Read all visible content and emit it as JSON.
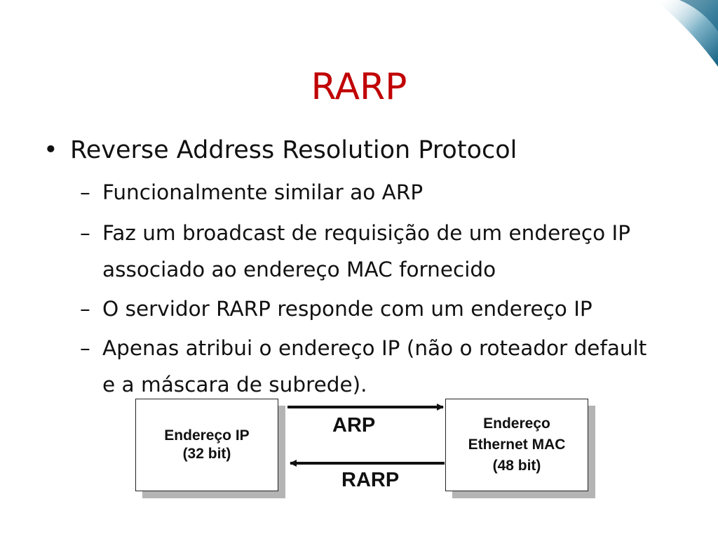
{
  "slide": {
    "title": "RARP",
    "bullet": "Reverse Address Resolution Protocol",
    "sub_items": [
      {
        "dash": "–",
        "text": "Funcionalmente similar ao ARP"
      },
      {
        "dash": "–",
        "text": "Faz um broadcast de requisição de um endereço IP associado ao endereço MAC fornecido"
      },
      {
        "dash": "–",
        "text": "O servidor RARP responde com um endereço IP"
      },
      {
        "dash": "–",
        "text": "Apenas atribui o endereço IP (não o roteador default e a máscara de subrede)."
      }
    ]
  },
  "diagram": {
    "left_box": {
      "line1": "Endereço IP",
      "line2": "(32 bit)"
    },
    "right_box": {
      "line1": "Endereço",
      "line2": "Ethernet MAC",
      "line3": "(48 bit)"
    },
    "arrow_right_label": "ARP",
    "arrow_left_label": "RARP"
  },
  "colors": {
    "title": "#c00000",
    "corner_accent": "#1f6f8f"
  }
}
